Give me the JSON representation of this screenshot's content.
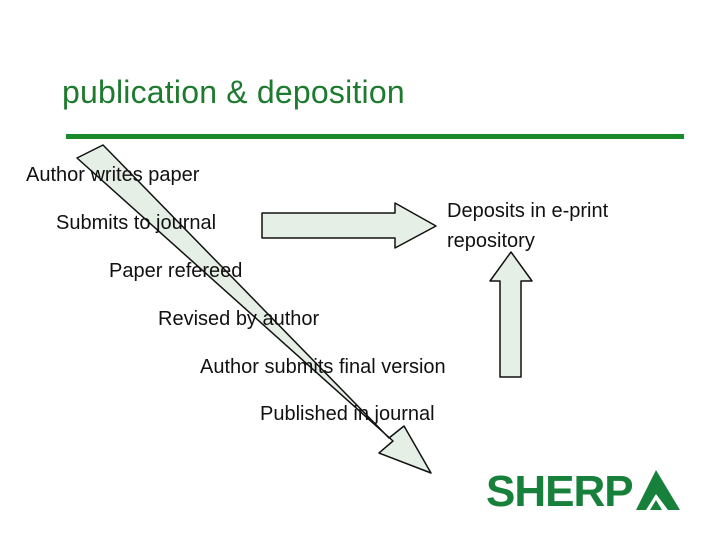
{
  "slide": {
    "title": "publication & deposition"
  },
  "steps": [
    "Author writes paper",
    "Submits to journal",
    "Paper refereed",
    "Revised by author",
    "Author submits final version",
    "Published in journal"
  ],
  "deposit_note": [
    "Deposits in e-print",
    "repository"
  ],
  "logo": {
    "text": "SHERP"
  },
  "colors": {
    "title": "#1e7a2e",
    "rule": "#1a8a2a",
    "arrow_fill": "#e6efe6",
    "arrow_stroke": "#111111",
    "logo": "#17803a"
  }
}
